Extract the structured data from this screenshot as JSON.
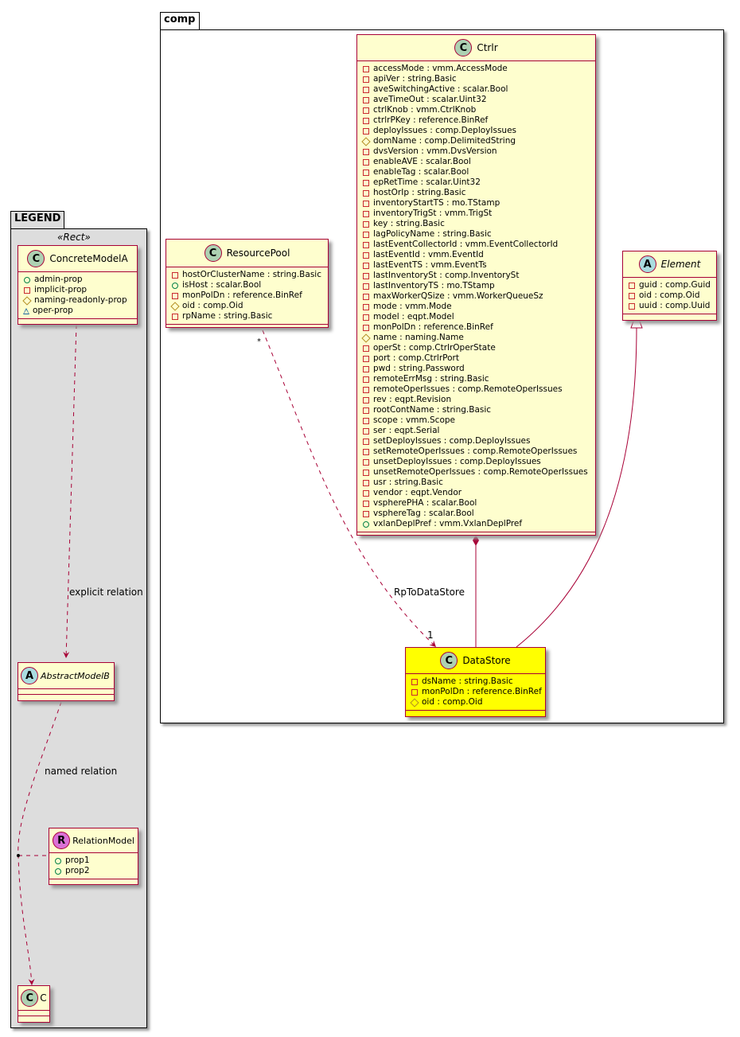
{
  "packages": {
    "comp": {
      "label": "comp"
    },
    "legend": {
      "label": "LEGEND",
      "stereotype": "«Rect»"
    }
  },
  "classes": {
    "ctrlr": {
      "name": "Ctrlr",
      "kind": "C",
      "kind_icon": "class-icon",
      "attributes": [
        {
          "vis": "private",
          "text": "accessMode : vmm.AccessMode"
        },
        {
          "vis": "private",
          "text": "apiVer : string.Basic"
        },
        {
          "vis": "private",
          "text": "aveSwitchingActive : scalar.Bool"
        },
        {
          "vis": "private",
          "text": "aveTimeOut : scalar.Uint32"
        },
        {
          "vis": "private",
          "text": "ctrlKnob : vmm.CtrlKnob"
        },
        {
          "vis": "private",
          "text": "ctrlrPKey : reference.BinRef"
        },
        {
          "vis": "private",
          "text": "deployIssues : comp.DeployIssues"
        },
        {
          "vis": "protected",
          "text": "domName : comp.DelimitedString"
        },
        {
          "vis": "private",
          "text": "dvsVersion : vmm.DvsVersion"
        },
        {
          "vis": "private",
          "text": "enableAVE : scalar.Bool"
        },
        {
          "vis": "private",
          "text": "enableTag : scalar.Bool"
        },
        {
          "vis": "private",
          "text": "epRetTime : scalar.Uint32"
        },
        {
          "vis": "private",
          "text": "hostOrIp : string.Basic"
        },
        {
          "vis": "private",
          "text": "inventoryStartTS : mo.TStamp"
        },
        {
          "vis": "private",
          "text": "inventoryTrigSt : vmm.TrigSt"
        },
        {
          "vis": "private",
          "text": "key : string.Basic"
        },
        {
          "vis": "private",
          "text": "lagPolicyName : string.Basic"
        },
        {
          "vis": "private",
          "text": "lastEventCollectorId : vmm.EventCollectorId"
        },
        {
          "vis": "private",
          "text": "lastEventId : vmm.EventId"
        },
        {
          "vis": "private",
          "text": "lastEventTS : vmm.EventTs"
        },
        {
          "vis": "private",
          "text": "lastInventorySt : comp.InventorySt"
        },
        {
          "vis": "private",
          "text": "lastInventoryTS : mo.TStamp"
        },
        {
          "vis": "private",
          "text": "maxWorkerQSize : vmm.WorkerQueueSz"
        },
        {
          "vis": "private",
          "text": "mode : vmm.Mode"
        },
        {
          "vis": "private",
          "text": "model : eqpt.Model"
        },
        {
          "vis": "private",
          "text": "monPolDn : reference.BinRef"
        },
        {
          "vis": "protected",
          "text": "name : naming.Name"
        },
        {
          "vis": "private",
          "text": "operSt : comp.CtrlrOperState"
        },
        {
          "vis": "private",
          "text": "port : comp.CtrlrPort"
        },
        {
          "vis": "private",
          "text": "pwd : string.Password"
        },
        {
          "vis": "private",
          "text": "remoteErrMsg : string.Basic"
        },
        {
          "vis": "private",
          "text": "remoteOperIssues : comp.RemoteOperIssues"
        },
        {
          "vis": "private",
          "text": "rev : eqpt.Revision"
        },
        {
          "vis": "private",
          "text": "rootContName : string.Basic"
        },
        {
          "vis": "private",
          "text": "scope : vmm.Scope"
        },
        {
          "vis": "private",
          "text": "ser : eqpt.Serial"
        },
        {
          "vis": "private",
          "text": "setDeployIssues : comp.DeployIssues"
        },
        {
          "vis": "private",
          "text": "setRemoteOperIssues : comp.RemoteOperIssues"
        },
        {
          "vis": "private",
          "text": "unsetDeployIssues : comp.DeployIssues"
        },
        {
          "vis": "private",
          "text": "unsetRemoteOperIssues : comp.RemoteOperIssues"
        },
        {
          "vis": "private",
          "text": "usr : string.Basic"
        },
        {
          "vis": "private",
          "text": "vendor : eqpt.Vendor"
        },
        {
          "vis": "private",
          "text": "vspherePHA : scalar.Bool"
        },
        {
          "vis": "private",
          "text": "vsphereTag : scalar.Bool"
        },
        {
          "vis": "public",
          "text": "vxlanDeplPref : vmm.VxlanDeplPref"
        }
      ]
    },
    "resourcepool": {
      "name": "ResourcePool",
      "kind": "C",
      "attributes": [
        {
          "vis": "private",
          "text": "hostOrClusterName : string.Basic"
        },
        {
          "vis": "public",
          "text": "isHost : scalar.Bool"
        },
        {
          "vis": "private",
          "text": "monPolDn : reference.BinRef"
        },
        {
          "vis": "protected",
          "text": "oid : comp.Oid"
        },
        {
          "vis": "private",
          "text": "rpName : string.Basic"
        }
      ]
    },
    "element": {
      "name": "Element",
      "kind": "A",
      "attributes": [
        {
          "vis": "private",
          "text": "guid : comp.Guid"
        },
        {
          "vis": "private",
          "text": "oid : comp.Oid"
        },
        {
          "vis": "private",
          "text": "uuid : comp.Uuid"
        }
      ]
    },
    "datastore": {
      "name": "DataStore",
      "kind": "C",
      "highlight_color": "#FFFF00",
      "attributes": [
        {
          "vis": "private",
          "text": "dsName : string.Basic"
        },
        {
          "vis": "private",
          "text": "monPolDn : reference.BinRef"
        },
        {
          "vis": "protected",
          "text": "oid : comp.Oid"
        }
      ]
    },
    "concretemodela": {
      "name": "ConcreteModelA",
      "kind": "C",
      "attributes": [
        {
          "vis": "public",
          "text": "admin-prop"
        },
        {
          "vis": "private",
          "text": "implicit-prop"
        },
        {
          "vis": "protected",
          "text": "naming-readonly-prop"
        },
        {
          "vis": "package",
          "text": "oper-prop"
        }
      ]
    },
    "abstractmodelb": {
      "name": "AbstractModelB",
      "kind": "A",
      "attributes": []
    },
    "relationmodel": {
      "name": "RelationModel",
      "kind": "R",
      "attributes": [
        {
          "vis": "public",
          "text": "prop1"
        },
        {
          "vis": "public",
          "text": "prop2"
        }
      ]
    },
    "c": {
      "name": "C",
      "kind": "C",
      "attributes": []
    }
  },
  "relations": {
    "rp_to_ds": {
      "label": "RpToDataStore",
      "source_mult": "*",
      "target_mult": "1"
    },
    "explicit": {
      "label": "explicit relation"
    },
    "named": {
      "label": "named relation"
    }
  },
  "colors": {
    "class_fill": "#FEFECE",
    "class_border": "#A80036",
    "highlight_fill": "#FFFF00",
    "legend_fill": "#DDDDDD",
    "edge": "#A80036"
  }
}
